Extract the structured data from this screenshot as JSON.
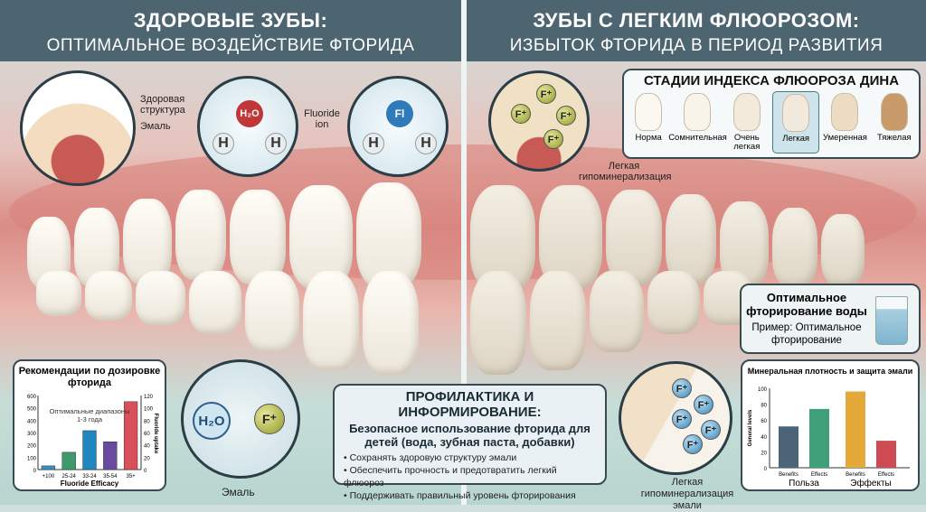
{
  "left_header": {
    "title": "ЗДОРОВЫЕ ЗУБЫ:",
    "subtitle": "ОПТИМАЛЬНОЕ ВОЗДЕЙСТВИЕ ФТОРИДА"
  },
  "right_header": {
    "title": "ЗУБЫ С ЛЕГКИМ ФЛЮОРОЗОМ:",
    "subtitle": "ИЗБЫТОК ФТОРИДА В ПЕРИОД РАЗВИТИЯ"
  },
  "labels": {
    "healthy_structure": "Здоровая структура",
    "enamel": "Эмаль",
    "fluoride_ion": "Fluoride ion",
    "h2o": "H₂O",
    "h": "H",
    "fl": "Fl",
    "o": "O",
    "f_plus": "F⁺",
    "mild_hypo": "Легкая гипоминерализация",
    "enamel_bottom": "Эмаль",
    "mild_hypo_enamel": "Легкая гипоминерализация эмали"
  },
  "dean_index": {
    "title": "СТАДИИ ИНДЕКСА ФЛЮОРОЗА ДИНА",
    "stages": [
      {
        "label": "Норма",
        "color": "#fbf8f1"
      },
      {
        "label": "Сомнительная",
        "color": "#f8f4ea"
      },
      {
        "label": "Очень легкая",
        "color": "#f3eadb"
      },
      {
        "label": "Легкая",
        "color": "#f1eadc"
      },
      {
        "label": "Умеренная",
        "color": "#ecdcc3"
      },
      {
        "label": "Тяжелая",
        "color": "#c99a6a"
      }
    ],
    "selected": "Легкая"
  },
  "water": {
    "title": "Оптимальное фторирование воды",
    "subtitle": "Пример: Оптимальное фторирование"
  },
  "prevention": {
    "title": "ПРОФИЛАКТИКА И ИНФОРМИРОВАНИЕ:",
    "subtitle": "Безопасное использование фторида для детей (вода, зубная паста, добавки)",
    "bullets": [
      "Сохранять здоровую структуру эмали",
      "Обеспечить прочность и предотвратить легкий флюороз",
      "Поддерживать правильный уровень фторирования"
    ]
  },
  "chart_data": [
    {
      "type": "bar",
      "title": "Рекомендации по дозировке фторида",
      "categories": [
        "+100",
        "25-24",
        "33-24",
        "35-54",
        "35+"
      ],
      "values": [
        30,
        140,
        315,
        225,
        550
      ],
      "colors": [
        "#3a8fc0",
        "#3d9a6a",
        "#1f86c0",
        "#6a4aa0",
        "#d9505a"
      ],
      "xlabel": "Fluoride Efficacy",
      "ylabel_right": "Fluoride uptake",
      "ylim": [
        0,
        600
      ],
      "yticks": [
        0,
        100,
        200,
        300,
        400,
        500,
        600
      ],
      "y2ticks": [
        0,
        20,
        40,
        60,
        80,
        100,
        120
      ],
      "annotation": "Оптимальные диапазоны 1-3 года"
    },
    {
      "type": "bar",
      "title": "Минеральная плотность и защита эмали",
      "categories": [
        "Benefits",
        "Effects",
        "Benefits",
        "Effects"
      ],
      "groups": [
        "Польза",
        "Эффекты"
      ],
      "values": [
        52,
        74,
        96,
        34
      ],
      "colors": [
        "#4b6478",
        "#3f9f78",
        "#e5a93a",
        "#cf4b54"
      ],
      "ylabel": "General levels",
      "ylim": [
        0,
        100
      ],
      "yticks": [
        0,
        20,
        40,
        60,
        80,
        100
      ]
    }
  ]
}
